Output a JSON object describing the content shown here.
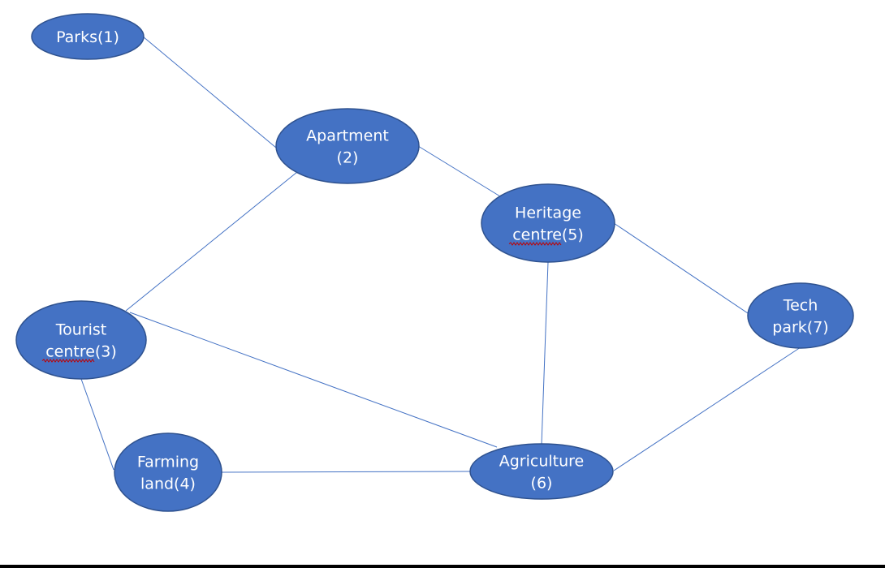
{
  "nodes": [
    {
      "id": "1",
      "lines": [
        "Parks(1)"
      ]
    },
    {
      "id": "2",
      "lines": [
        "Apartment",
        "(2)"
      ]
    },
    {
      "id": "3",
      "lines": [
        "Tourist",
        "centre(3)"
      ]
    },
    {
      "id": "4",
      "lines": [
        "Farming",
        "land(4)"
      ]
    },
    {
      "id": "5",
      "lines": [
        "Heritage",
        "centre(5)"
      ]
    },
    {
      "id": "6",
      "lines": [
        "Agriculture",
        "(6)"
      ]
    },
    {
      "id": "7",
      "lines": [
        "Tech",
        "park(7)"
      ]
    }
  ],
  "edges": [
    [
      "1",
      "2"
    ],
    [
      "2",
      "5"
    ],
    [
      "2",
      "3"
    ],
    [
      "5",
      "7"
    ],
    [
      "5",
      "6"
    ],
    [
      "3",
      "6"
    ],
    [
      "3",
      "4"
    ],
    [
      "4",
      "6"
    ],
    [
      "7",
      "6"
    ]
  ],
  "colors": {
    "node_fill": "#4472c4",
    "node_border": "#2f528f",
    "edge": "#4472c4",
    "label": "#ffffff",
    "spellcheck": "#c00000"
  }
}
